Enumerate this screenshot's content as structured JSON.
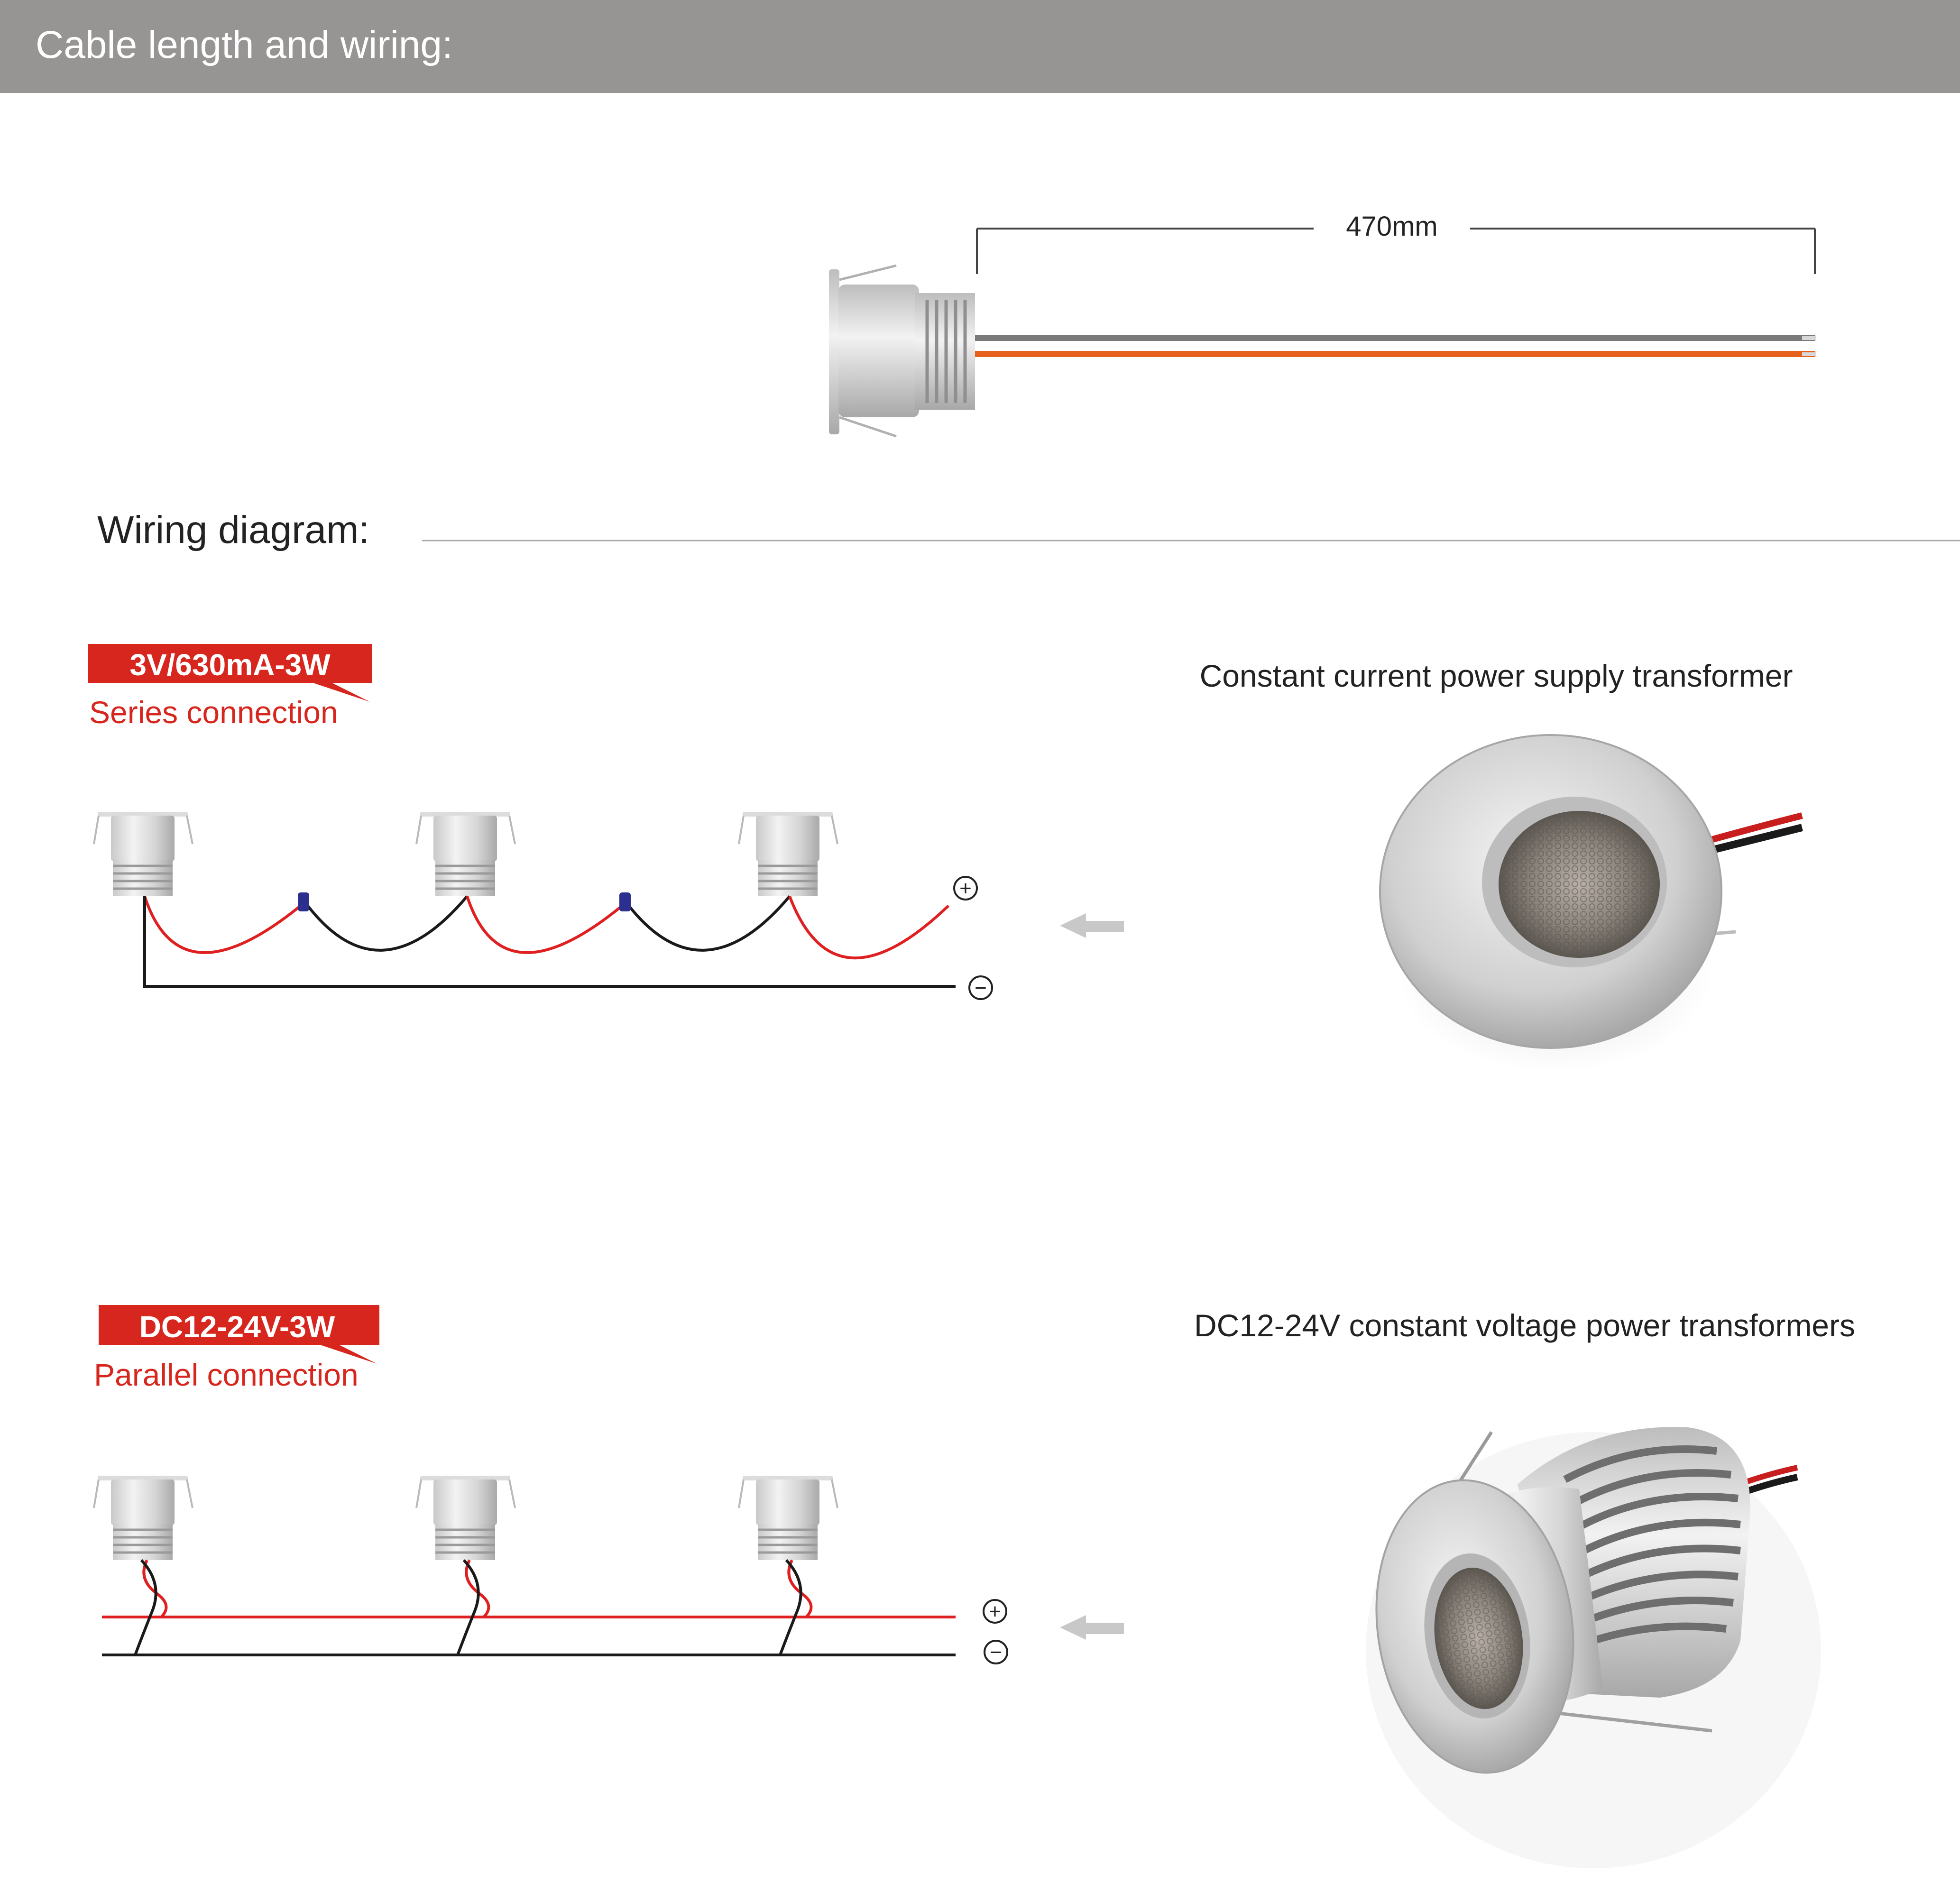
{
  "header": {
    "title": "Cable length and wiring:",
    "bar_color": "#969593",
    "text_color": "#ffffff"
  },
  "cable": {
    "length_label": "470mm",
    "wire_colors": [
      "#7a7a7a",
      "#e6611c"
    ]
  },
  "wiring": {
    "title": "Wiring diagram:"
  },
  "series": {
    "badge": "3V/630mA-3W",
    "subtitle": "Series connection",
    "transformer_label": "Constant current power supply transformer",
    "plus": "+",
    "minus": "−"
  },
  "parallel": {
    "badge": "DC12-24V-3W",
    "subtitle": "Parallel connection",
    "transformer_label": "DC12-24V constant voltage power transformers",
    "plus": "+",
    "minus": "−"
  },
  "colors": {
    "accent_red": "#d7261e",
    "wire_red": "#e02020",
    "wire_black": "#1a1a1a",
    "connector_blue": "#2b2f8f",
    "arrow_gray": "#c8c8c8",
    "text_dark": "#222222"
  }
}
